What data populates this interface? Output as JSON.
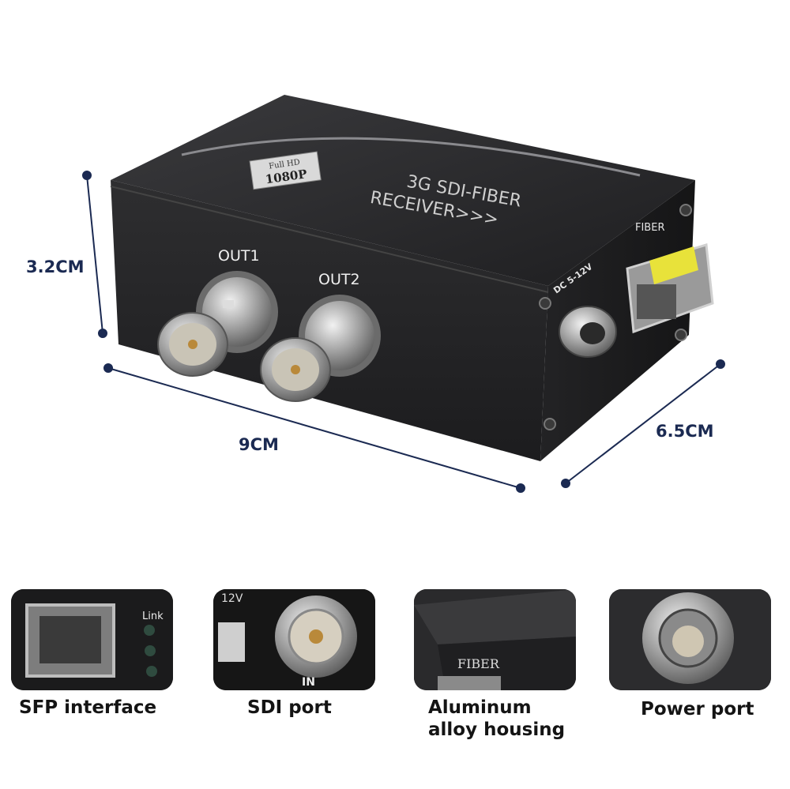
{
  "device": {
    "badge_line1": "Full HD",
    "badge_line2": "1080P",
    "model_line1": "3G SDI-FIBER",
    "model_line2": "RECEIVER>>>",
    "port_out1": "OUT1",
    "port_out2": "OUT2",
    "power_label": "DC 5-12V",
    "fiber_label": "FIBER"
  },
  "dimensions": {
    "height": "3.2CM",
    "length": "9CM",
    "depth": "6.5CM"
  },
  "features": [
    {
      "caption": "SFP interface",
      "inset_text": "Link"
    },
    {
      "caption": "SDI port",
      "inset_text": "12V",
      "inset_text_2": "IN"
    },
    {
      "caption": "Aluminum alloy housing",
      "inset_text": "FIBER"
    },
    {
      "caption": "Power port"
    }
  ],
  "colors": {
    "housing": "#2b2b2d",
    "accent_navy": "#1b2a52",
    "sfp_latch": "#e8e23a"
  }
}
